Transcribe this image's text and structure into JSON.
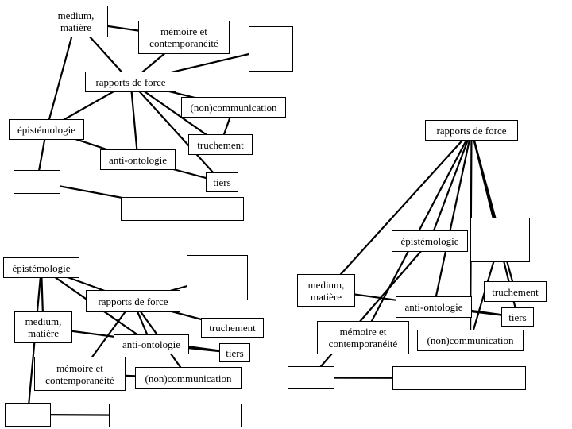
{
  "diagrams": [
    {
      "id": "d1",
      "nodes": [
        {
          "id": "a1",
          "name": "node-medium-matiere",
          "label": "medium,\nmatière"
        },
        {
          "id": "a2",
          "name": "node-memoire-contemporaneite",
          "label": "mémoire et\ncontemporanéité"
        },
        {
          "id": "a3",
          "name": "node-empty",
          "label": ""
        },
        {
          "id": "a4",
          "name": "node-rapports-de-force",
          "label": "rapports de force"
        },
        {
          "id": "a5",
          "name": "node-non-communication",
          "label": "(non)communication"
        },
        {
          "id": "a6",
          "name": "node-epistemologie",
          "label": "épistémologie"
        },
        {
          "id": "a7",
          "name": "node-truchement",
          "label": "truchement"
        },
        {
          "id": "a8",
          "name": "node-anti-ontologie",
          "label": "anti-ontologie"
        },
        {
          "id": "a9",
          "name": "node-tiers",
          "label": "tiers"
        },
        {
          "id": "a10",
          "name": "node-empty",
          "label": ""
        },
        {
          "id": "a11",
          "name": "node-empty",
          "label": ""
        }
      ],
      "edges": [
        [
          "a1",
          "a2"
        ],
        [
          "a1",
          "a6"
        ],
        [
          "a1",
          "a4"
        ],
        [
          "a2",
          "a4"
        ],
        [
          "a4",
          "a3"
        ],
        [
          "a4",
          "a6"
        ],
        [
          "a4",
          "a5"
        ],
        [
          "a4",
          "a7"
        ],
        [
          "a4",
          "a9"
        ],
        [
          "a4",
          "a8"
        ],
        [
          "a5",
          "a7"
        ],
        [
          "a6",
          "a8"
        ],
        [
          "a8",
          "a9"
        ],
        [
          "a6",
          "a10"
        ],
        [
          "a10",
          "a11"
        ]
      ]
    },
    {
      "id": "d2",
      "nodes": [
        {
          "id": "b1",
          "name": "node-epistemologie",
          "label": "épistémologie"
        },
        {
          "id": "b2",
          "name": "node-empty",
          "label": ""
        },
        {
          "id": "b3",
          "name": "node-rapports-de-force",
          "label": "rapports de force"
        },
        {
          "id": "b4",
          "name": "node-medium-matiere",
          "label": "medium,\nmatière"
        },
        {
          "id": "b5",
          "name": "node-truchement",
          "label": "truchement"
        },
        {
          "id": "b6",
          "name": "node-anti-ontologie",
          "label": "anti-ontologie"
        },
        {
          "id": "b7",
          "name": "node-tiers",
          "label": "tiers"
        },
        {
          "id": "b8",
          "name": "node-memoire-contemporaneite",
          "label": "mémoire et\ncontemporanéité"
        },
        {
          "id": "b9",
          "name": "node-non-communication",
          "label": "(non)communication"
        },
        {
          "id": "b10",
          "name": "node-empty",
          "label": ""
        },
        {
          "id": "b11",
          "name": "node-empty",
          "label": ""
        }
      ],
      "edges": [
        [
          "b1",
          "b4"
        ],
        [
          "b1",
          "b6"
        ],
        [
          "b1",
          "b3"
        ],
        [
          "b1",
          "b10"
        ],
        [
          "b3",
          "b2"
        ],
        [
          "b3",
          "b5"
        ],
        [
          "b3",
          "b9"
        ],
        [
          "b3",
          "b8"
        ],
        [
          "b3",
          "b6"
        ],
        [
          "b4",
          "b7"
        ],
        [
          "b8",
          "b9"
        ],
        [
          "b6",
          "b7"
        ],
        [
          "b10",
          "b11"
        ]
      ]
    },
    {
      "id": "d3",
      "nodes": [
        {
          "id": "c1",
          "name": "node-rapports-de-force",
          "label": "rapports de force"
        },
        {
          "id": "c2",
          "name": "node-empty",
          "label": ""
        },
        {
          "id": "c3",
          "name": "node-epistemologie",
          "label": "épistémologie"
        },
        {
          "id": "c4",
          "name": "node-medium-matiere",
          "label": "medium,\nmatière"
        },
        {
          "id": "c5",
          "name": "node-truchement",
          "label": "truchement"
        },
        {
          "id": "c6",
          "name": "node-anti-ontologie",
          "label": "anti-ontologie"
        },
        {
          "id": "c7",
          "name": "node-tiers",
          "label": "tiers"
        },
        {
          "id": "c8",
          "name": "node-memoire-contemporaneite",
          "label": "mémoire et\ncontemporanéité"
        },
        {
          "id": "c9",
          "name": "node-non-communication",
          "label": "(non)communication"
        },
        {
          "id": "c10",
          "name": "node-empty",
          "label": ""
        },
        {
          "id": "c11",
          "name": "node-empty",
          "label": ""
        }
      ],
      "edges": [
        [
          "c1",
          "c3"
        ],
        [
          "c1",
          "c4"
        ],
        [
          "c1",
          "c8"
        ],
        [
          "c1",
          "c6"
        ],
        [
          "c1",
          "c2"
        ],
        [
          "c1",
          "c7"
        ],
        [
          "c1",
          "c5"
        ],
        [
          "c1",
          "c9"
        ],
        [
          "c3",
          "c10"
        ],
        [
          "c4",
          "c7"
        ],
        [
          "c6",
          "c7"
        ],
        [
          "c2",
          "c9"
        ],
        [
          "c10",
          "c11"
        ]
      ]
    }
  ]
}
